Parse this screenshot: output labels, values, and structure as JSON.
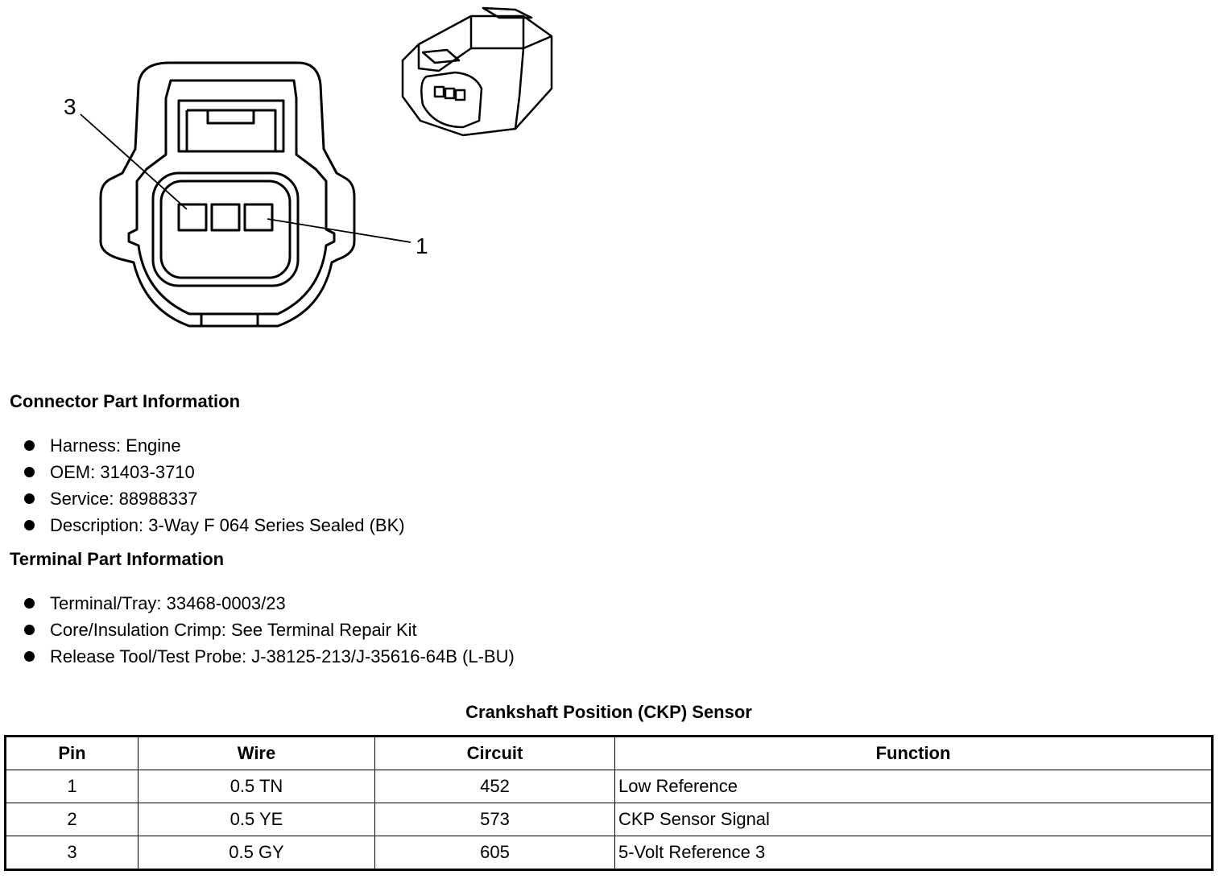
{
  "diagram": {
    "callout_pin3": "3",
    "callout_pin1": "1"
  },
  "connector_part_info": {
    "heading": "Connector Part Information",
    "items": [
      "Harness: Engine",
      "OEM: 31403-3710",
      "Service: 88988337",
      "Description: 3-Way F 064 Series Sealed (BK)"
    ]
  },
  "terminal_part_info": {
    "heading": "Terminal Part Information",
    "items": [
      "Terminal/Tray: 33468-0003/23",
      "Core/Insulation Crimp: See Terminal Repair Kit",
      "Release Tool/Test Probe: J-38125-213/J-35616-64B (L-BU)"
    ]
  },
  "pin_table": {
    "caption": "Crankshaft Position (CKP) Sensor",
    "headers": [
      "Pin",
      "Wire",
      "Circuit",
      "Function"
    ],
    "rows": [
      [
        "1",
        "0.5 TN",
        "452",
        "Low Reference"
      ],
      [
        "2",
        "0.5 YE",
        "573",
        "CKP Sensor Signal"
      ],
      [
        "3",
        "0.5 GY",
        "605",
        "5-Volt Reference 3"
      ]
    ]
  }
}
